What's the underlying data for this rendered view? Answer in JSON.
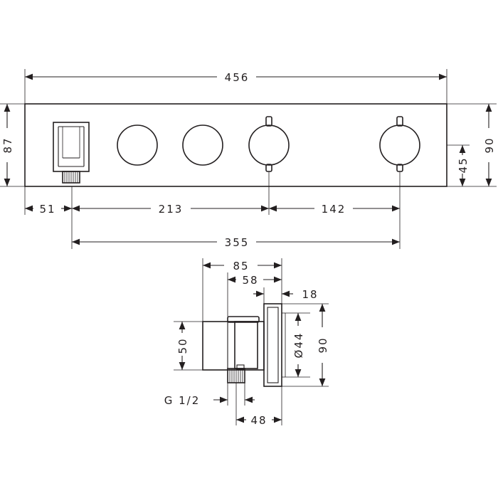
{
  "drawing": {
    "front_view": {
      "total_width": "456",
      "height_left": "87",
      "height_right": "90",
      "knob_center_height": "45",
      "offset_left": "51",
      "spacing_main": "213",
      "spacing_right": "142",
      "span_total": "355"
    },
    "side_view": {
      "depth_total": "85",
      "depth_body": "58",
      "plate_thickness": "18",
      "height_left": "50",
      "knob_diameter": "Ø44",
      "height_right": "90",
      "thread": "G 1/2",
      "outlet_width": "48"
    }
  }
}
